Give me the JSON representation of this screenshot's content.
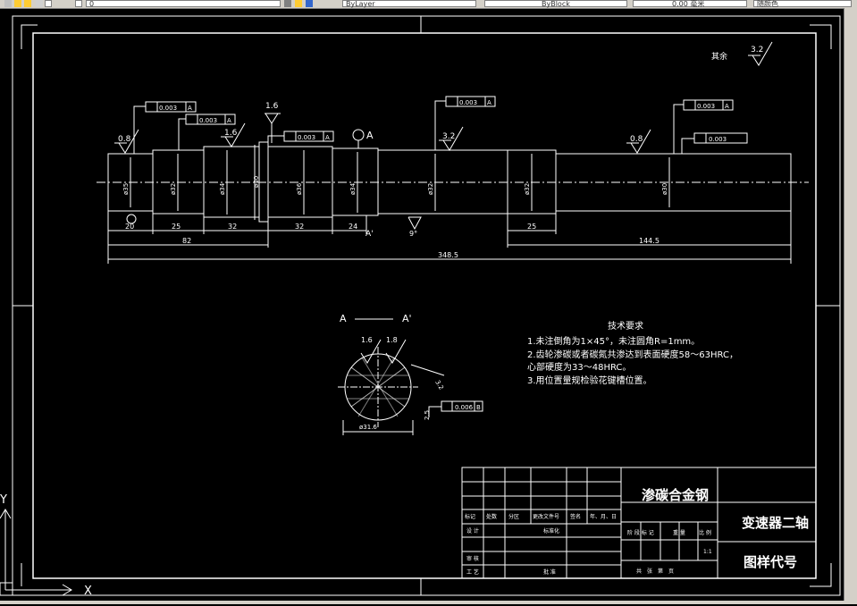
{
  "toolbar": {
    "layer_value": "0",
    "layer_control": "ByLayer",
    "linetype_control": "ByBlock",
    "lineweight_control": "0.00 毫米",
    "plotstyle_control": "随颜色"
  },
  "drawing": {
    "surface_note_label": "其余",
    "surface_roughness_default": "3.2",
    "roughness": {
      "left_end": "0.8",
      "left_shoulder": "1.6",
      "left_top": "1.6",
      "middle": "3.2",
      "right": "0.8"
    },
    "tolerance": {
      "t1": "0.003",
      "t2": "0.003",
      "t3": "0.003",
      "t4": "0.003",
      "t5": "0.003",
      "t6": "0.003",
      "datum": "A"
    },
    "section_marks": {
      "a": "A",
      "a_prime": "A'"
    },
    "diameters": [
      "ø35",
      "ø32",
      "ø34",
      "ø40",
      "ø36",
      "ø34",
      "ø32",
      "ø32",
      "ø30"
    ],
    "dims": {
      "d20": "20",
      "d25a": "25",
      "d32a": "32",
      "d32b": "32",
      "d24": "24",
      "d82": "82",
      "d25b": "25",
      "d1445": "144.5",
      "d3485": "348.5",
      "angle": "9°"
    },
    "section_view": {
      "title_a": "A",
      "title_a_prime": "A'",
      "roughness_1": "1.6",
      "roughness_2": "1.8",
      "roughness_3": "3.2",
      "diameter": "ø31.6",
      "tolerance": "0.006",
      "datum": "B",
      "dim_small": "2.5"
    },
    "tech_requirements": {
      "title": "技术要求",
      "line1": "1.未注倒角为1×45°，未注圆角R=1mm。",
      "line2": "2.齿轮渗碳或者碳氮共渗达到表面硬度58～63HRC，",
      "line3": "心部硬度为33～48HRC。",
      "line4": "3.用位置量规检验花键槽位置。"
    },
    "title_block": {
      "material": "渗碳合金钢",
      "part_name": "变速器二轴",
      "drawing_code": "图样代号",
      "scale": "1:1",
      "headers": [
        "标记",
        "处数",
        "分区",
        "更改文件号",
        "签名",
        "年、月、日"
      ],
      "design": "设 计",
      "standardize": "标准化",
      "review": "审 核",
      "process": "工 艺",
      "approve": "批 准",
      "stage_headers": [
        "阶 段 标 记",
        "重 量",
        "比 例"
      ],
      "sheet": "共　张　第　页"
    },
    "ucs": {
      "y_label": "Y",
      "x_label": "X"
    }
  }
}
